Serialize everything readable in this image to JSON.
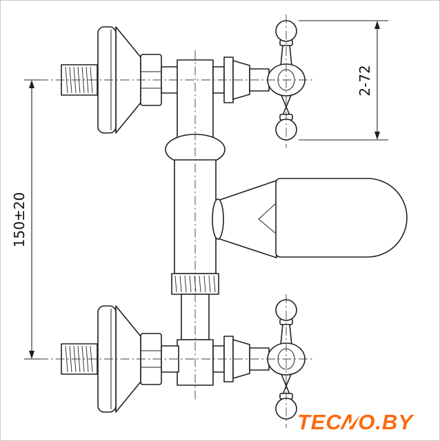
{
  "dimensions": {
    "left": {
      "label": "150±20"
    },
    "right": {
      "label": "2-72"
    }
  },
  "logo": {
    "part1": "TEC",
    "part2": "N",
    "part3": "O.BY",
    "color": "#fb6a10"
  },
  "colors": {
    "line": "#1f1f1f",
    "background": "#ffffff"
  }
}
